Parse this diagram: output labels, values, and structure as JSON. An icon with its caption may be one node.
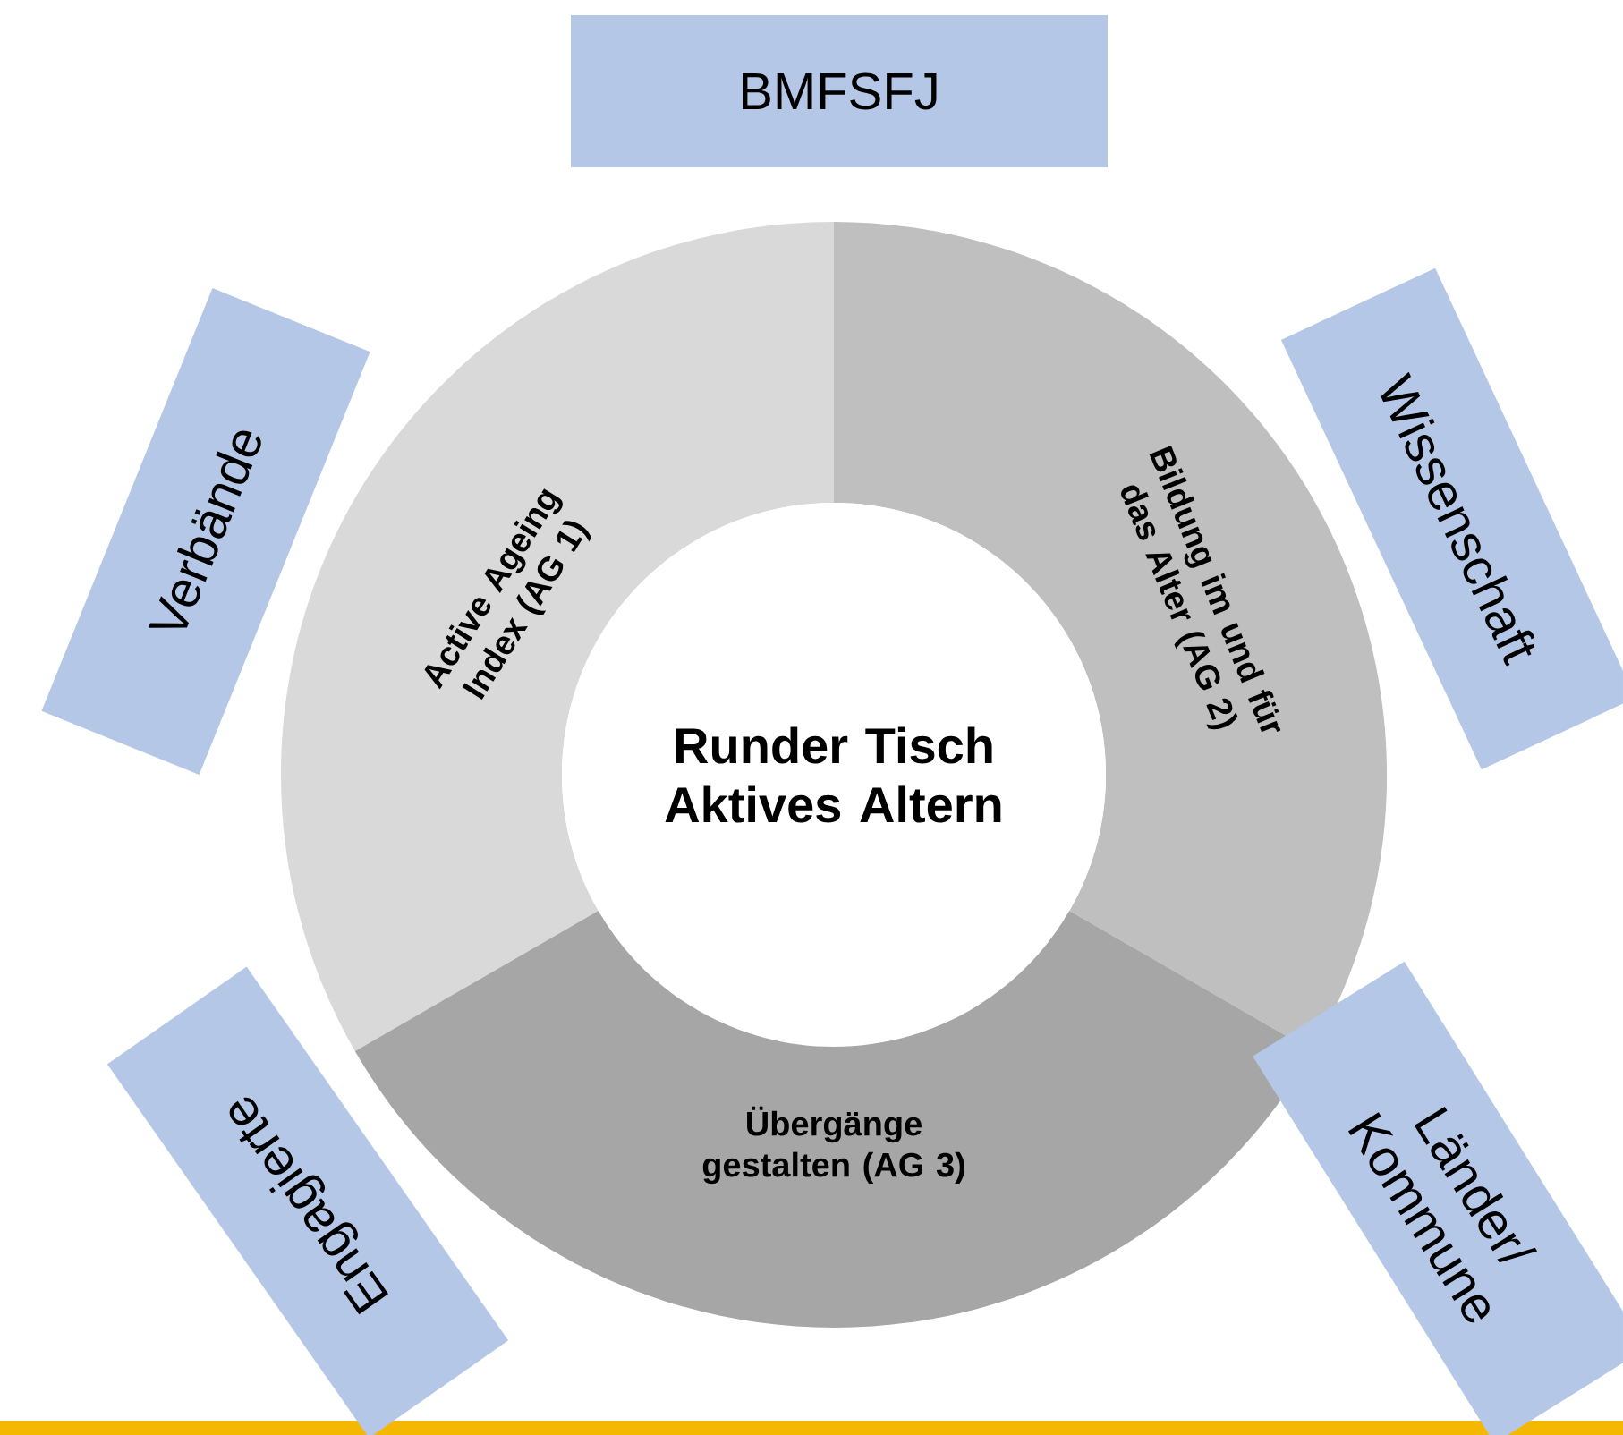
{
  "diagram": {
    "nodes": [
      {
        "text": [
          "BMFSFJ"
        ]
      },
      {
        "text": [
          "Verbände"
        ]
      },
      {
        "text": [
          "Active Ageing Index (AG 1)"
        ]
      },
      {
        "text": [
          "Bildung im und für das Alter (AG 2)"
        ]
      },
      {
        "text": [
          "Wissenschaft"
        ]
      },
      {
        "text": [
          "Runder Tisch Aktives Altern"
        ]
      },
      {
        "text": [
          "Engagierte"
        ]
      },
      {
        "text": [
          "Übergänge gestalten (AG 3)"
        ]
      },
      {
        "text": [
          "Länder/ Kommune"
        ]
      }
    ]
  }
}
